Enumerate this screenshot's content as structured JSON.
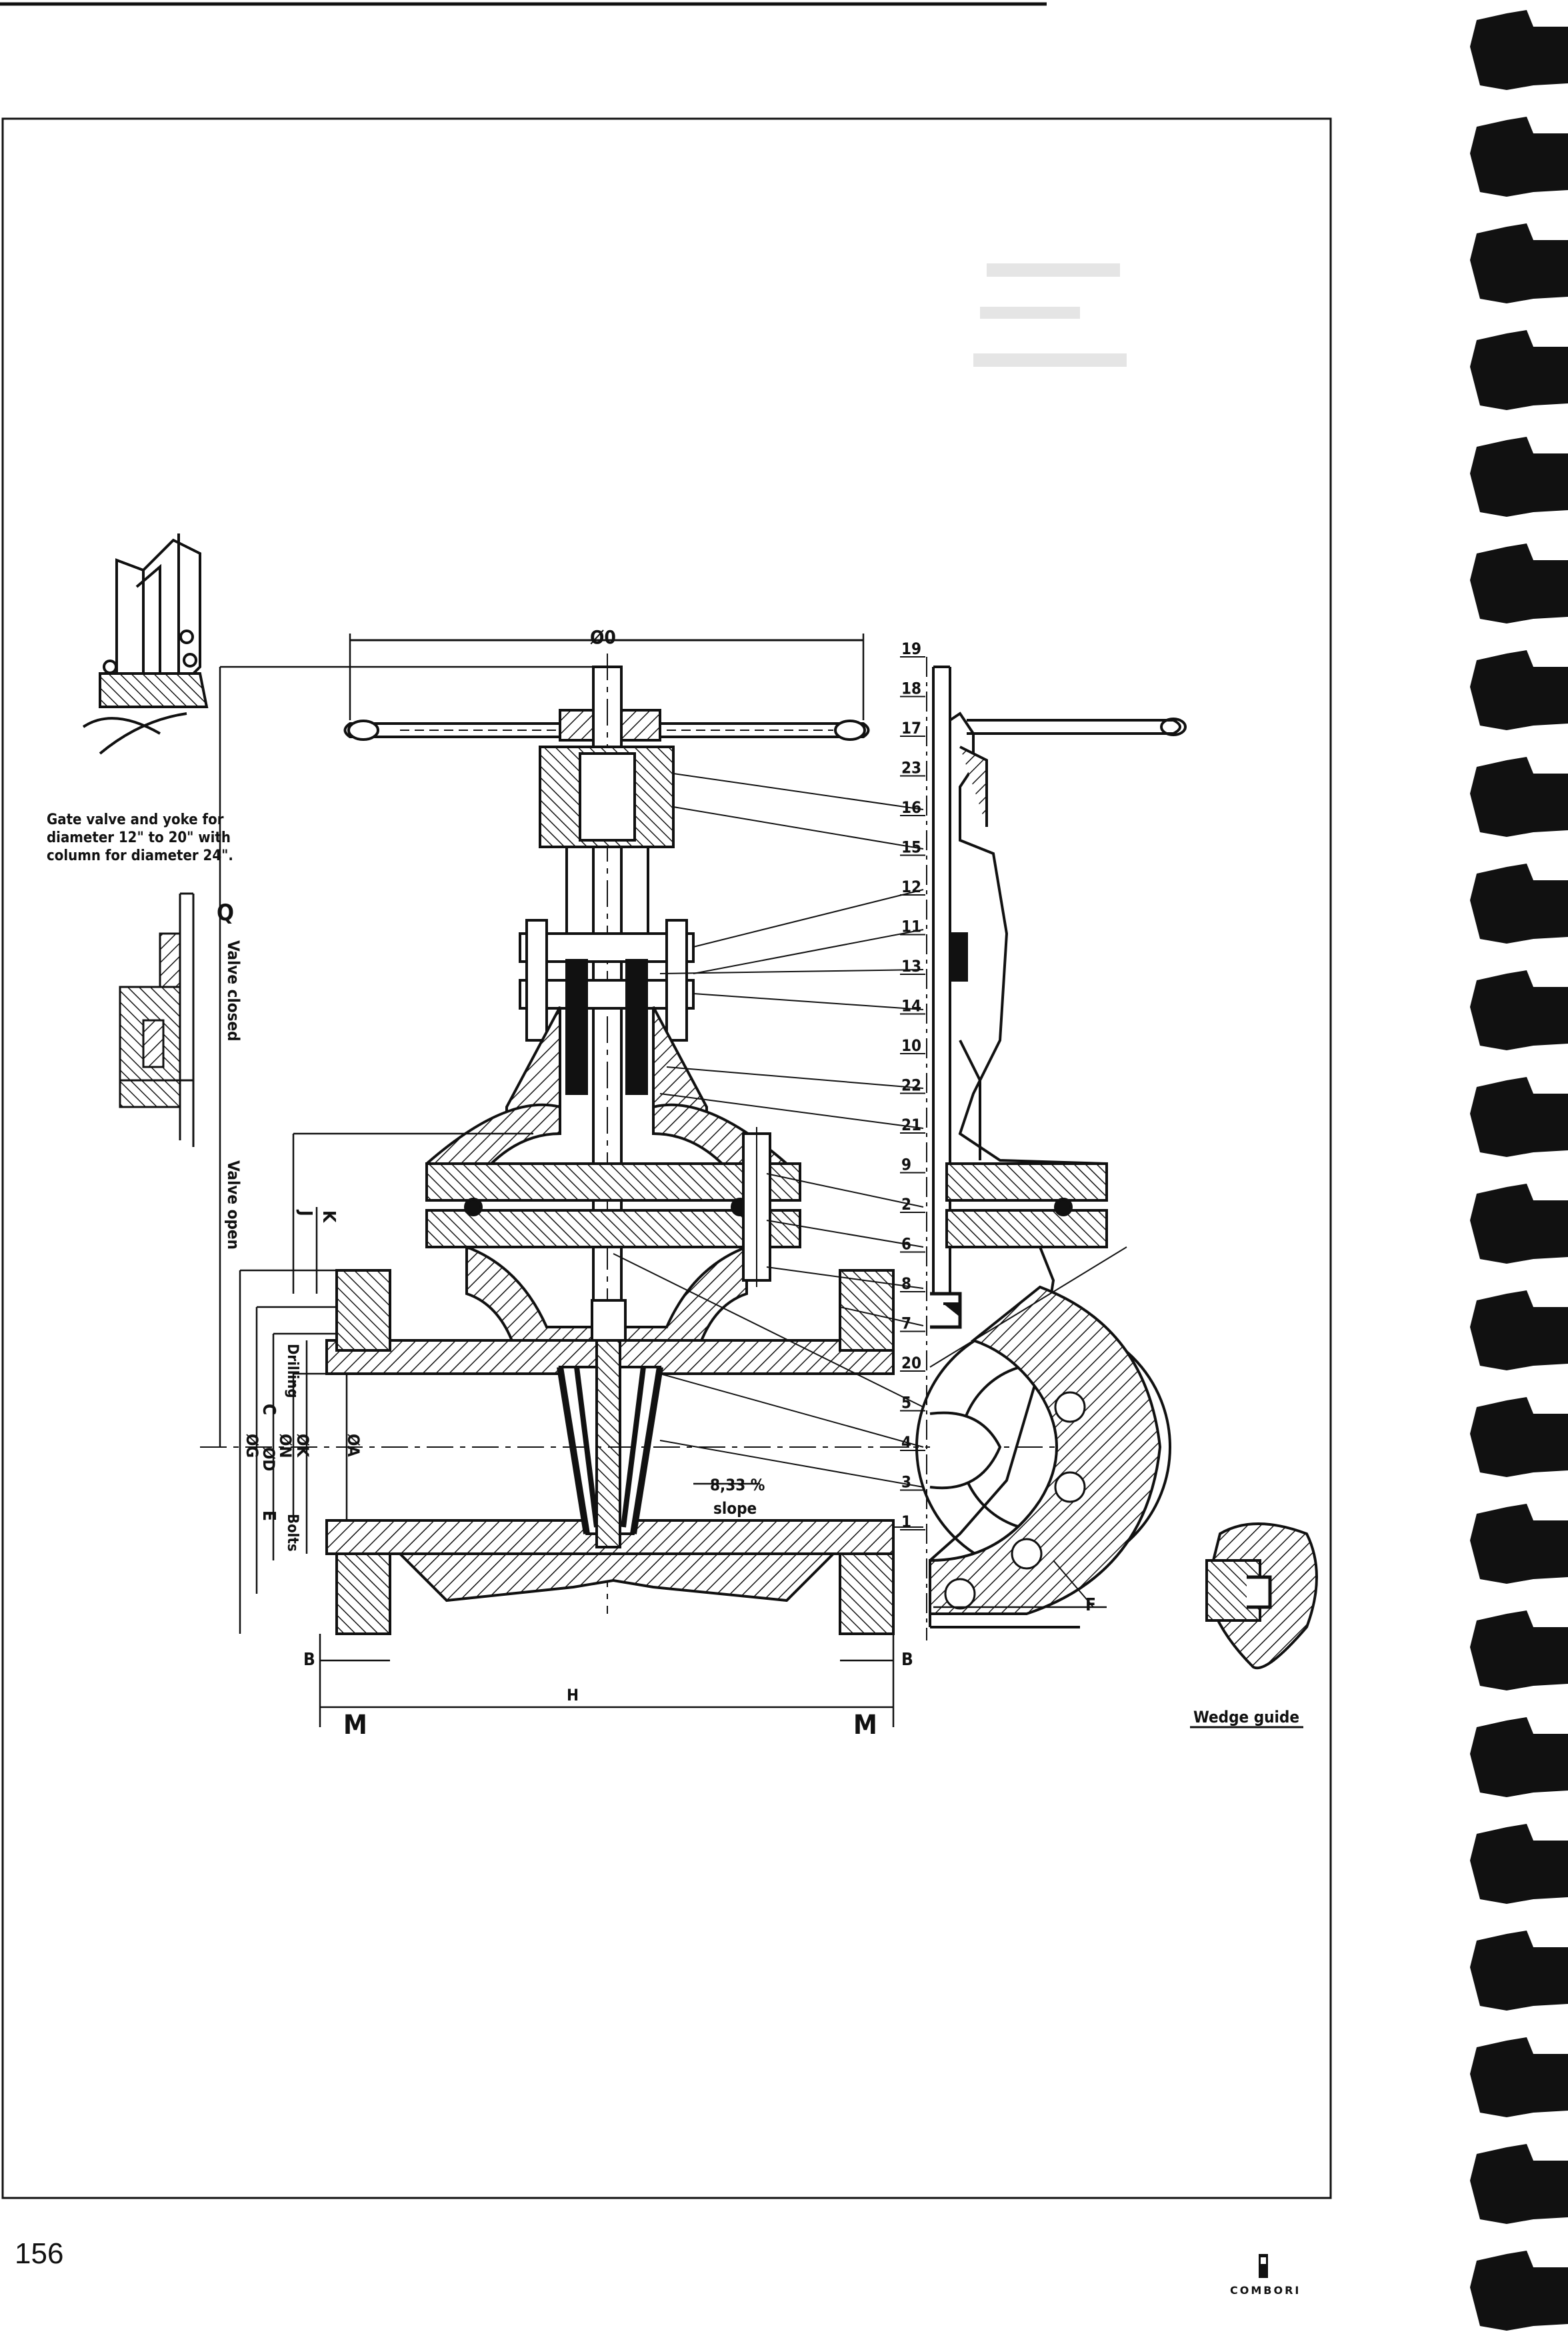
{
  "page": {
    "number": "156",
    "brand": "COMBORI"
  },
  "drawing": {
    "part_numbers": [
      "19",
      "18",
      "17",
      "23",
      "16",
      "15",
      "12",
      "11",
      "13",
      "14",
      "10",
      "22",
      "21",
      "9",
      "2",
      "6",
      "8",
      "7",
      "20",
      "5",
      "4",
      "3",
      "1"
    ],
    "dimensions": {
      "diameter_O": "Ø0",
      "Q": "Q",
      "valve_closed": "Valve closed",
      "valve_open": "Valve open",
      "K": "K",
      "J": "J",
      "drilling": "Drilling",
      "C": "C",
      "G": "ØG",
      "D": "ØD",
      "N": "ØN",
      "K2": "ØK",
      "E": "E",
      "bolts": "Bolts",
      "A": "ØA",
      "B": "B",
      "H": "H",
      "M": "M",
      "F": "F",
      "slope_value": "8,33 %",
      "slope_label": "slope"
    },
    "captions": {
      "inset_note": [
        "Gate valve and yoke for",
        "diameter 12\" to 20\" with",
        "column for diameter 24\"."
      ],
      "wedge_guide": "Wedge guide"
    }
  },
  "colors": {
    "ink": "#111111",
    "paper": "#ffffff"
  }
}
